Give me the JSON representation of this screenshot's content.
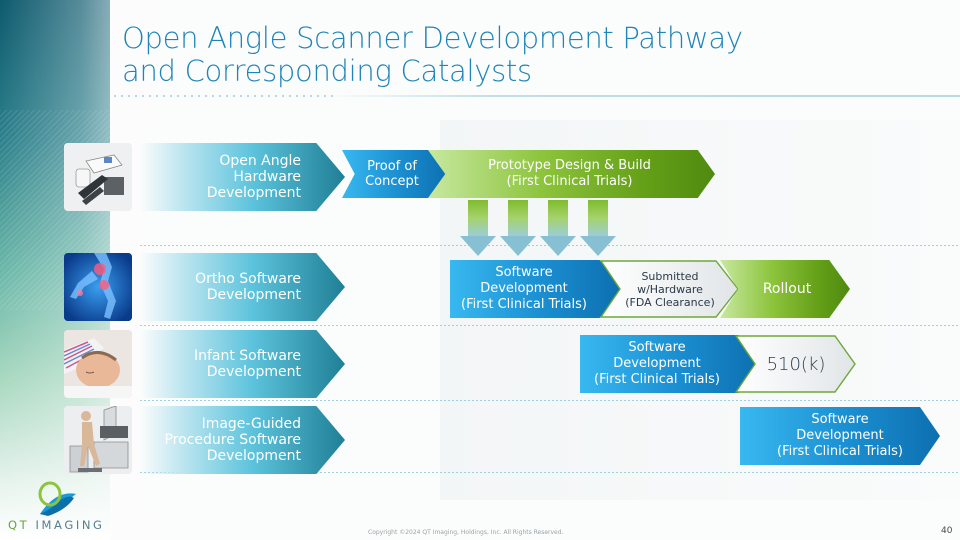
{
  "slide": {
    "title_line1": "Open Angle Scanner Development Pathway",
    "title_line2": "and Corresponding Catalysts",
    "copyright": "Copyright ©2024 QT Imaging, Holdings, Inc. All Rights Reserved.",
    "page_number": "40"
  },
  "logo": {
    "brand_qt": "QT",
    "brand_imaging": "IMAGING",
    "icon": "q-swirl-logo-icon"
  },
  "colors": {
    "title": "#1f84b8",
    "blue_stage": "#1a8ed0",
    "green_stage": "#65a018",
    "label_teal": "#1f7f95"
  },
  "rows": [
    {
      "label": "Open Angle\nHardware\nDevelopment",
      "thumbnail": "scanner-hardware-image",
      "stages": [
        {
          "text": "Proof of\nConcept",
          "style": "blue"
        },
        {
          "text": "Prototype Design & Build\n(First Clinical Trials)",
          "style": "green"
        }
      ]
    },
    {
      "label": "Ortho Software\nDevelopment",
      "thumbnail": "running-leg-xray-image",
      "stages": [
        {
          "text": "Software\nDevelopment\n(First Clinical Trials)",
          "style": "blue"
        },
        {
          "text": "Submitted\nw/Hardware\n(FDA Clearance)",
          "style": "white-outline"
        },
        {
          "text": "Rollout",
          "style": "green"
        }
      ]
    },
    {
      "label": "Infant Software\nDevelopment",
      "thumbnail": "newborn-baby-image",
      "stages": [
        {
          "text": "Software\nDevelopment\n(First Clinical Trials)",
          "style": "blue"
        },
        {
          "text": "510(k)",
          "style": "white-outline"
        }
      ]
    },
    {
      "label": "Image-Guided\nProcedure Software\nDevelopment",
      "thumbnail": "patient-in-scanner-image",
      "stages": [
        {
          "text": "Software\nDevelopment\n(First Clinical Trials)",
          "style": "blue"
        }
      ]
    }
  ],
  "connectors": {
    "down_arrow_count": 4,
    "from": "Prototype Design & Build",
    "to": "Ortho Software Development"
  }
}
